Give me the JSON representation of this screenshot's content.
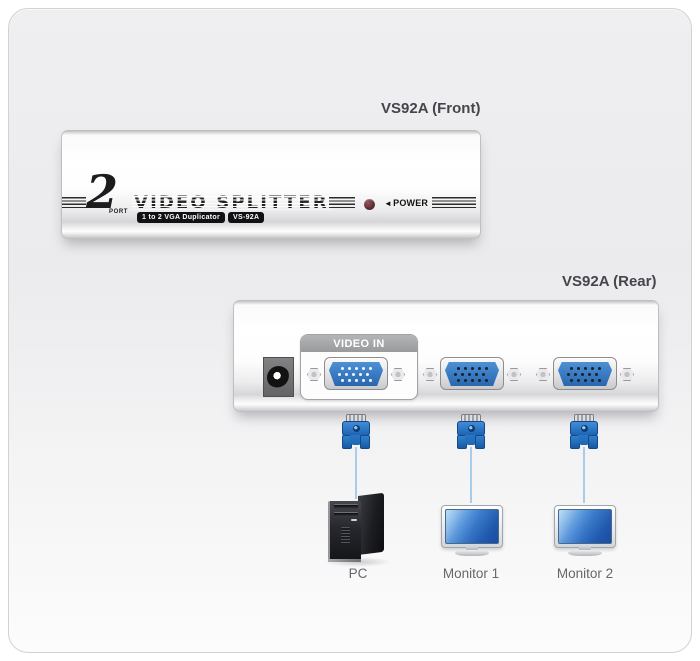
{
  "headings": {
    "front": "VS92A (Front)",
    "rear": "VS92A (Rear)"
  },
  "front_panel": {
    "port_number": "2",
    "port_word": "PORT",
    "product_name": "VIDEO SPLITTER",
    "badge_duplicator": "1 to 2 VGA Duplicator",
    "badge_model": "VS-92A",
    "power_arrow": "◄",
    "power_label": "POWER"
  },
  "rear_panel": {
    "video_in_label": "VIDEO IN",
    "ports": [
      {
        "name": "video-in",
        "pin_color": "#f4f8fc"
      },
      {
        "name": "video-out-1",
        "pin_color": "#1a2129"
      },
      {
        "name": "video-out-2",
        "pin_color": "#1a2129"
      }
    ]
  },
  "connections": {
    "devices": [
      {
        "type": "pc",
        "label": "PC"
      },
      {
        "type": "monitor",
        "label": "Monitor 1"
      },
      {
        "type": "monitor",
        "label": "Monitor 2"
      }
    ]
  },
  "colors": {
    "vga_blue": "#3b7ec6",
    "plug_blue": "#2277cc",
    "cable_blue": "#a9cce9",
    "led_maroon": "#5d3136",
    "screen_blue_light": "#8ec6f0",
    "screen_blue_dark": "#1a4c9c",
    "chassis_light": "#ffffff",
    "background_gray": "#ebebed"
  }
}
